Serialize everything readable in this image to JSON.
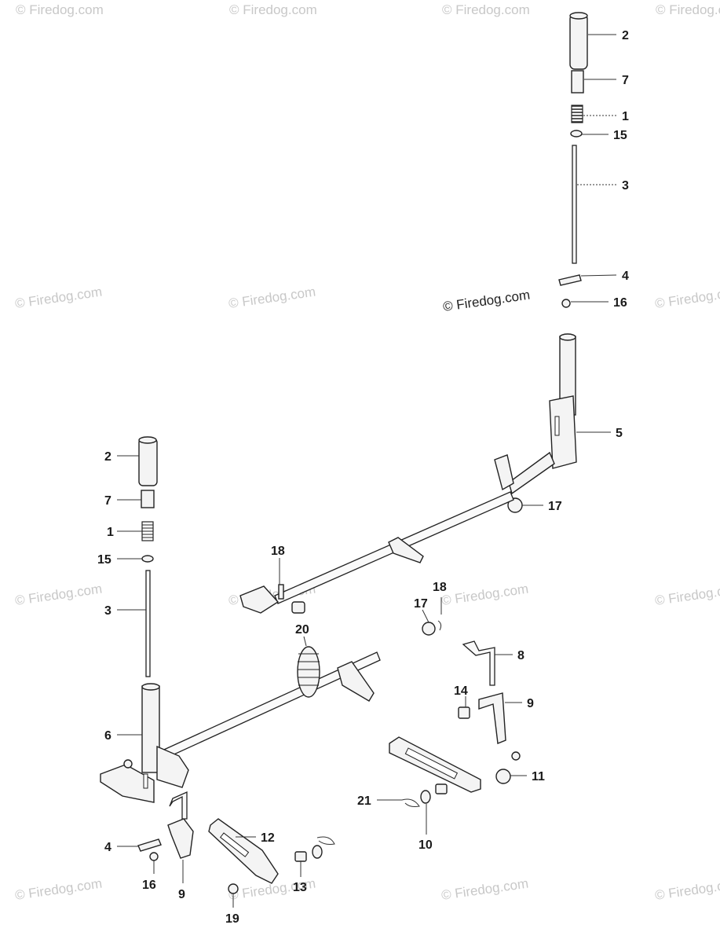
{
  "watermark": {
    "text": "© Firedog.com",
    "main_text": "© Firedog.com"
  },
  "callouts": [
    {
      "num": "2"
    },
    {
      "num": "7"
    },
    {
      "num": "1"
    },
    {
      "num": "15"
    },
    {
      "num": "3"
    },
    {
      "num": "4"
    },
    {
      "num": "16"
    },
    {
      "num": "5"
    },
    {
      "num": "17"
    },
    {
      "num": "18"
    },
    {
      "num": "18"
    },
    {
      "num": "17"
    },
    {
      "num": "20"
    },
    {
      "num": "8"
    },
    {
      "num": "14"
    },
    {
      "num": "9"
    },
    {
      "num": "11"
    },
    {
      "num": "21"
    },
    {
      "num": "10"
    },
    {
      "num": "2"
    },
    {
      "num": "7"
    },
    {
      "num": "1"
    },
    {
      "num": "15"
    },
    {
      "num": "3"
    },
    {
      "num": "6"
    },
    {
      "num": "4"
    },
    {
      "num": "16"
    },
    {
      "num": "9"
    },
    {
      "num": "12"
    },
    {
      "num": "13"
    },
    {
      "num": "19"
    }
  ]
}
